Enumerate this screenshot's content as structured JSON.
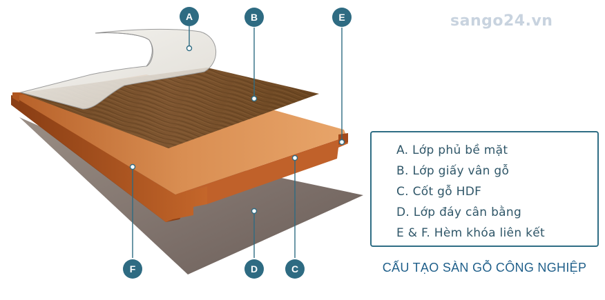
{
  "watermark": "sango24.vn",
  "callouts": {
    "a": "A",
    "b": "B",
    "c": "C",
    "d": "D",
    "e": "E",
    "f": "F"
  },
  "legend": {
    "items": [
      "A. Lớp phủ bề mặt",
      "B. Lớp giấy vân gỗ",
      "C. Cốt gỗ HDF",
      "D. Lớp đáy cân bằng",
      "E & F. Hèm khóa liên kết"
    ]
  },
  "caption": "CẤU TẠO SÀN GỖ CÔNG NGHIỆP",
  "colors": {
    "badge": "#2e6b82",
    "leader": "#2e6b82",
    "legend_border": "#2e6d84",
    "caption": "#1f5f8a",
    "watermark": "#c8d3df"
  }
}
